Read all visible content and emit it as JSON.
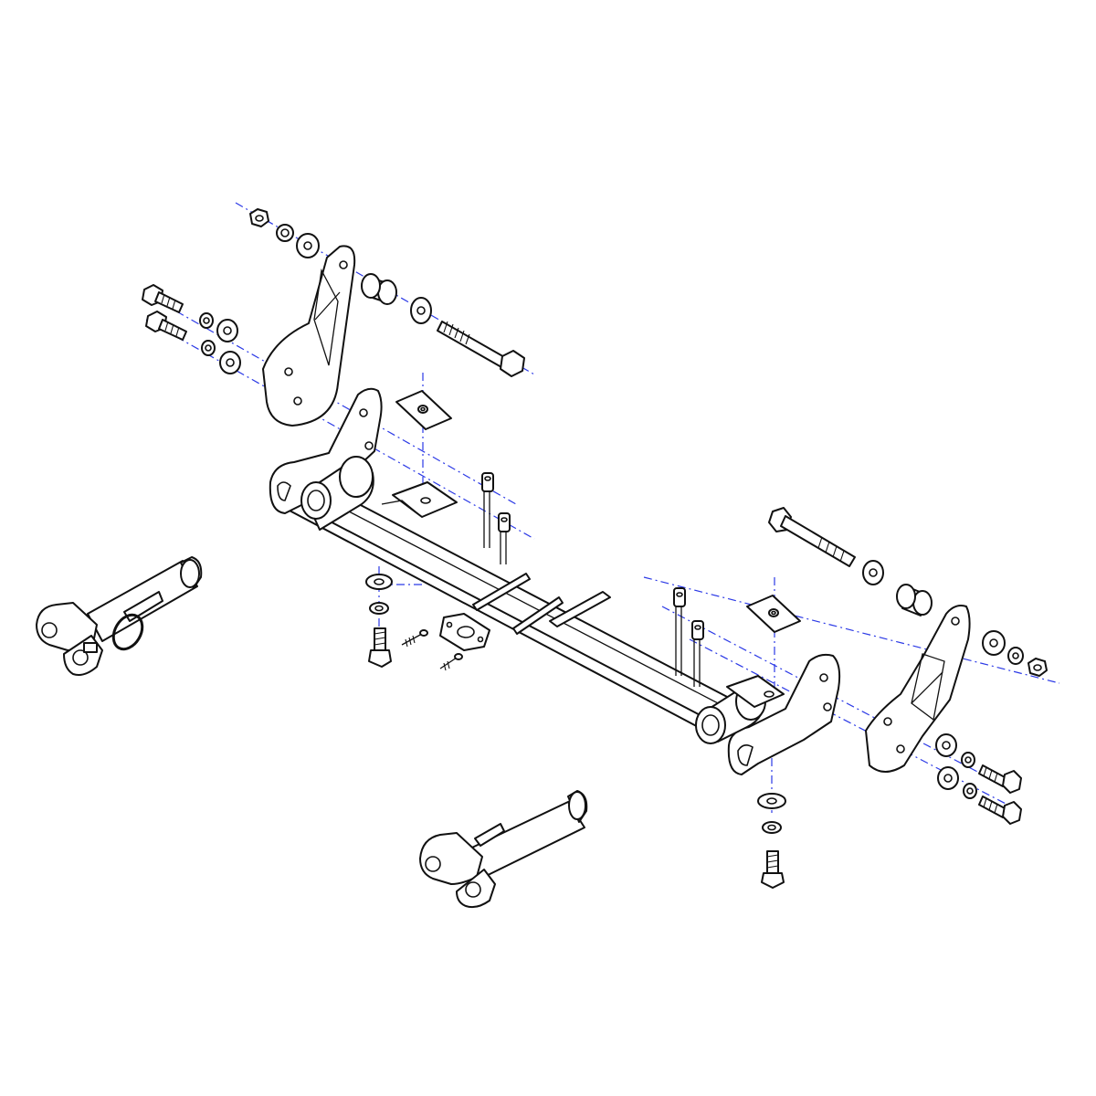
{
  "figure": {
    "kind": "exploded assembly line drawing",
    "line_color": "#111111",
    "axis_color": "#2b39e6",
    "background": "#ffffff",
    "text_labels": []
  },
  "parts": {
    "crossbar": "main-crossbar",
    "mounting_plates": 2,
    "outer_brackets": 2,
    "tow_arms": 2,
    "long_bolts": 2,
    "spacers": 2,
    "short_bolts": 6,
    "nuts": 2,
    "lock_washers": 7,
    "flat_washers": 10,
    "square_nut_plates": 2,
    "bent_tabs": 4,
    "self_tapping_screws": 2,
    "flange_plate": 1,
    "cotter_rings": 1
  }
}
